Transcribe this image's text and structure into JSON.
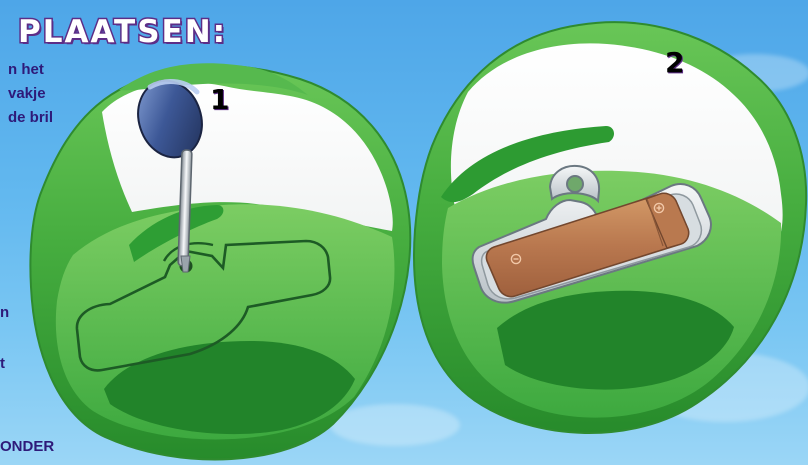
{
  "header": {
    "title": "PLAATSEN:"
  },
  "instructions": {
    "line1": "n het",
    "line2": "vakje",
    "line3": "de bril",
    "fragment1": "n",
    "fragment2": "t",
    "fragment3": "ONDER"
  },
  "steps": {
    "step1": "1",
    "step2": "2"
  },
  "colors": {
    "sky": "#62b8ef",
    "title_outline": "#5c2d87",
    "instruction_text": "#2e1a79",
    "frog_green": "#3ca63a",
    "frog_dark_green": "#2b8f2f",
    "frog_light_green": "#71c35b",
    "white": "#ffffff",
    "battery": "#b97a4e"
  },
  "icons": {
    "screwdriver": "screwdriver-icon",
    "battery": "battery-icon"
  }
}
